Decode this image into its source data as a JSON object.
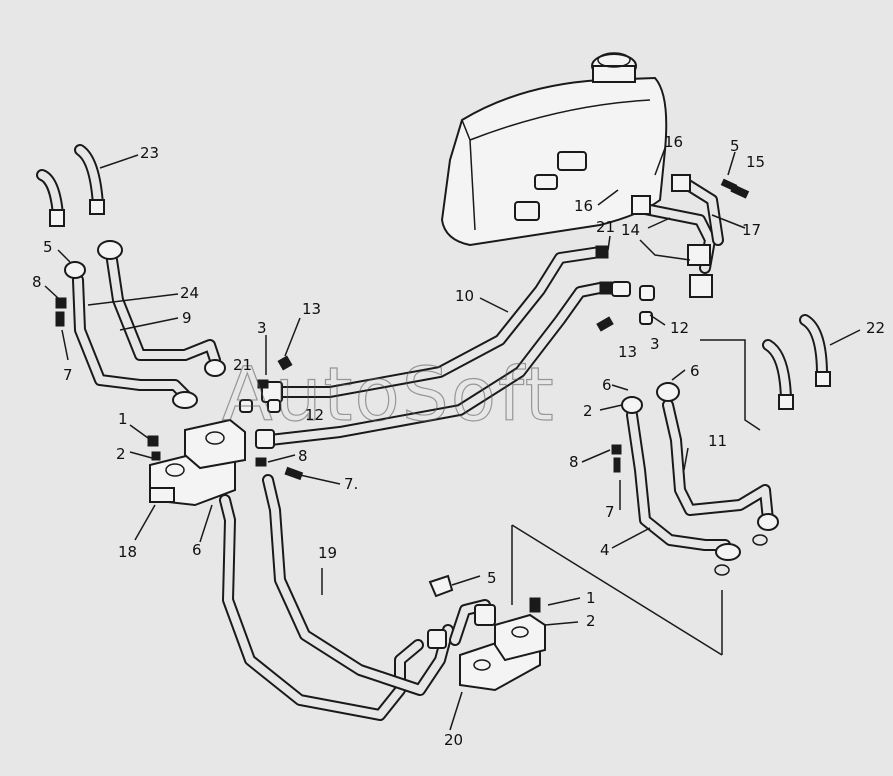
{
  "watermark": "AutoSoft",
  "callouts": [
    {
      "id": "c-23a",
      "text": "23"
    },
    {
      "id": "c-5a",
      "text": "5"
    },
    {
      "id": "c-8a",
      "text": "8"
    },
    {
      "id": "c-24",
      "text": "24"
    },
    {
      "id": "c-9",
      "text": "9"
    },
    {
      "id": "c-7a",
      "text": "7"
    },
    {
      "id": "c-13a",
      "text": "13"
    },
    {
      "id": "c-3a",
      "text": "3"
    },
    {
      "id": "c-21a",
      "text": "21"
    },
    {
      "id": "c-12a",
      "text": "12"
    },
    {
      "id": "c-1a",
      "text": "1"
    },
    {
      "id": "c-2a",
      "text": "2"
    },
    {
      "id": "c-8b",
      "text": "8"
    },
    {
      "id": "c-7b",
      "text": "7."
    },
    {
      "id": "c-18",
      "text": "18"
    },
    {
      "id": "c-6a",
      "text": "6"
    },
    {
      "id": "c-19",
      "text": "19"
    },
    {
      "id": "c-5b",
      "text": "5"
    },
    {
      "id": "c-1b",
      "text": "1"
    },
    {
      "id": "c-2b",
      "text": "2"
    },
    {
      "id": "c-20",
      "text": "20"
    },
    {
      "id": "c-10",
      "text": "10"
    },
    {
      "id": "c-16a",
      "text": "16"
    },
    {
      "id": "c-16b",
      "text": "16"
    },
    {
      "id": "c-5c",
      "text": "5"
    },
    {
      "id": "c-15",
      "text": "15"
    },
    {
      "id": "c-17",
      "text": "17"
    },
    {
      "id": "c-14",
      "text": "14"
    },
    {
      "id": "c-21b",
      "text": "21"
    },
    {
      "id": "c-12b",
      "text": "12"
    },
    {
      "id": "c-13b",
      "text": "13"
    },
    {
      "id": "c-3b",
      "text": "3"
    },
    {
      "id": "c-6b",
      "text": "6"
    },
    {
      "id": "c-6c",
      "text": "6"
    },
    {
      "id": "c-2c",
      "text": "2"
    },
    {
      "id": "c-11",
      "text": "11"
    },
    {
      "id": "c-8c",
      "text": "8"
    },
    {
      "id": "c-7c",
      "text": "7"
    },
    {
      "id": "c-4",
      "text": "4"
    },
    {
      "id": "c-22",
      "text": "22"
    }
  ]
}
